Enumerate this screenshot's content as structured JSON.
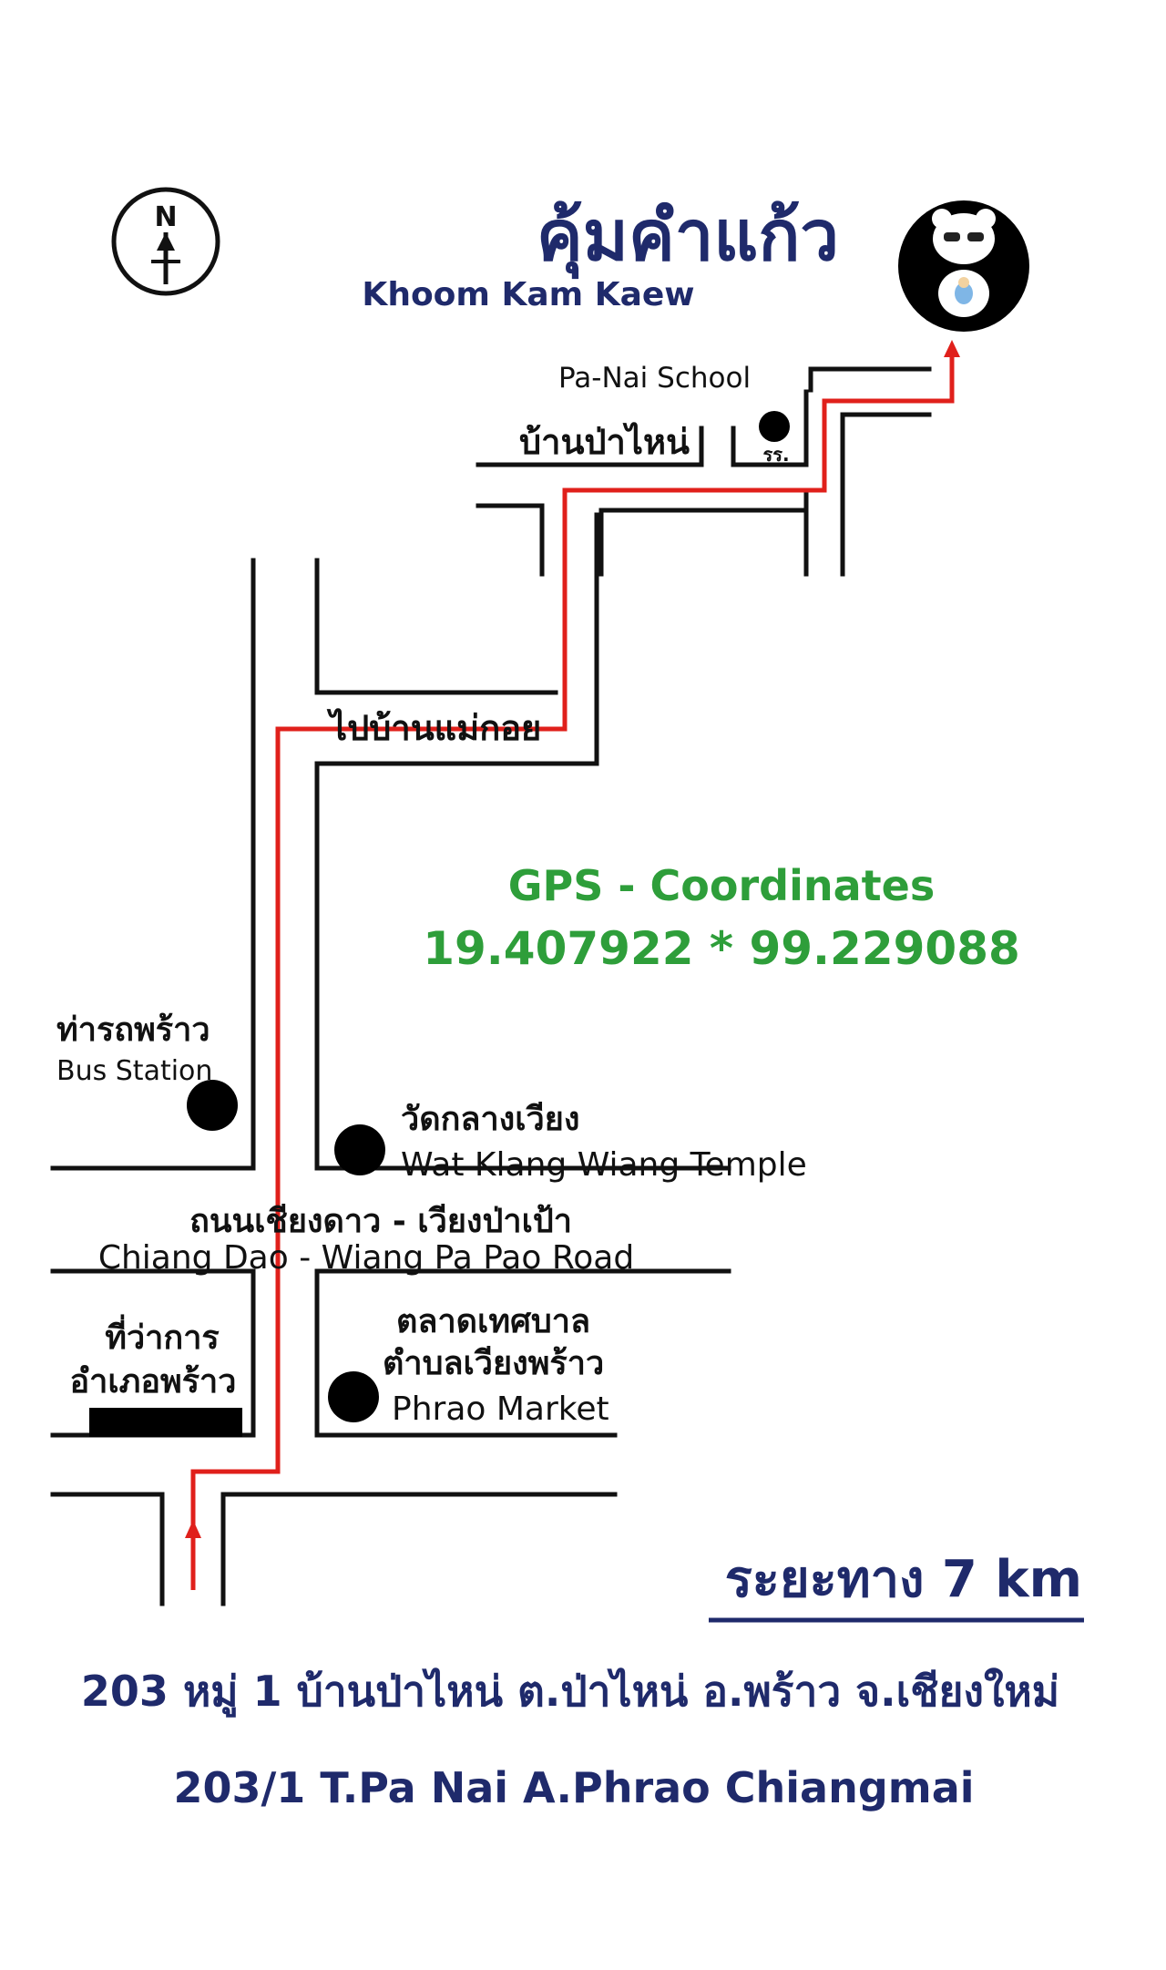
{
  "brand": {
    "title_thai": "คุ้มคำแก้ว",
    "title_en": "Khoom Kam Kaew",
    "logo_icon": "sheep-logo-icon"
  },
  "compass": {
    "label": "N",
    "icon": "north-arrow-icon"
  },
  "labels": {
    "school_en": "Pa-Nai School",
    "village_thai": "บ้านป่าไหน่",
    "school_abbr": "รร.",
    "to_mae_koi": "ไปบ้านแม่กอย",
    "bus_station_thai": "ท่ารถพร้าว",
    "bus_station_en": "Bus Station",
    "temple_thai": "วัดกลางเวียง",
    "temple_en": "Wat Klang Wiang Temple",
    "road_thai": "ถนนเชียงดาว - เวียงป่าเป้า",
    "road_en": "Chiang Dao - Wiang Pa Pao Road",
    "district_office_line1": "ที่ว่าการ",
    "district_office_line2": "อำเภอพร้าว",
    "market_thai_line1": "ตลาดเทศบาล",
    "market_thai_line2": "ตำบลเวียงพร้าว",
    "market_en": "Phrao Market"
  },
  "gps": {
    "title": "GPS - Coordinates",
    "coords": "19.407922 * 99.229088"
  },
  "distance": "ระยะทาง 7 km",
  "address": {
    "thai": "203 หมู่ 1 บ้านป่าไหน่ ต.ป่าไหน่ อ.พร้าว จ.เชียงใหม่",
    "en": "203/1 T.Pa Nai A.Phrao Chiangmai"
  },
  "colors": {
    "navy": "#1f2a6b",
    "route": "#e0201b",
    "gps": "#2e9e3a",
    "road": "#111111"
  }
}
